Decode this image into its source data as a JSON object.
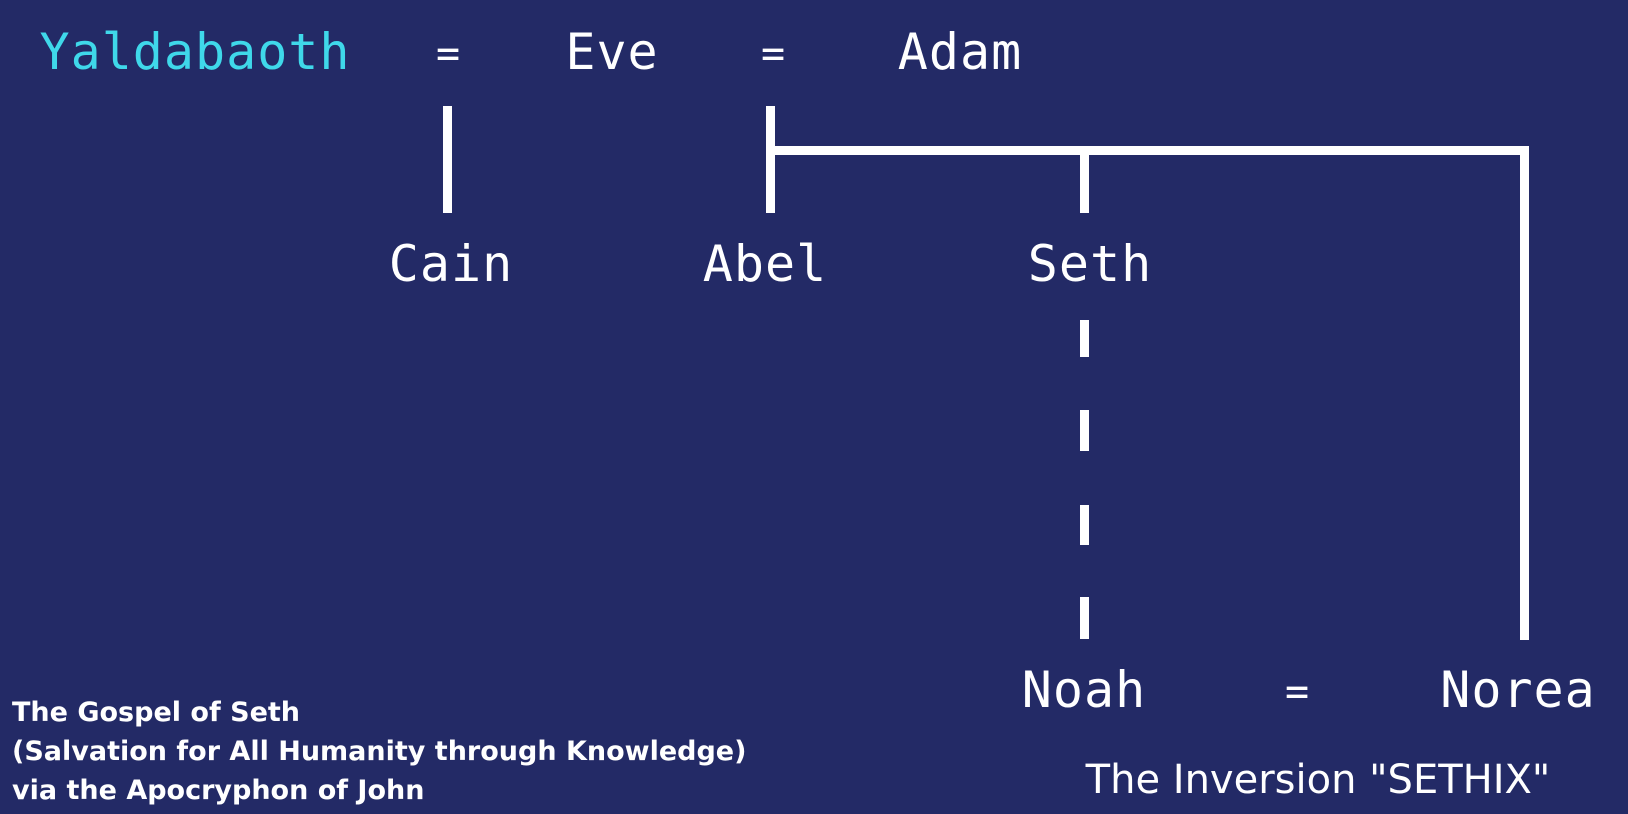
{
  "colors": {
    "background": "#232a66",
    "text": "#ffffff",
    "highlight": "#3fd8ea"
  },
  "nodes": {
    "yaldabaoth": "Yaldabaoth",
    "eve": "Eve",
    "adam": "Adam",
    "cain": "Cain",
    "abel": "Abel",
    "seth": "Seth",
    "noah": "Noah",
    "norea": "Norea"
  },
  "unions": {
    "yaldabaoth_eve": "=",
    "eve_adam": "=",
    "noah_norea": "="
  },
  "caption": {
    "line1": "The Gospel of Seth",
    "line2": "(Salvation for All Humanity through Knowledge)",
    "line3": "via the Apocryphon of John"
  },
  "subtitle": "The Inversion \"SETHIX\""
}
